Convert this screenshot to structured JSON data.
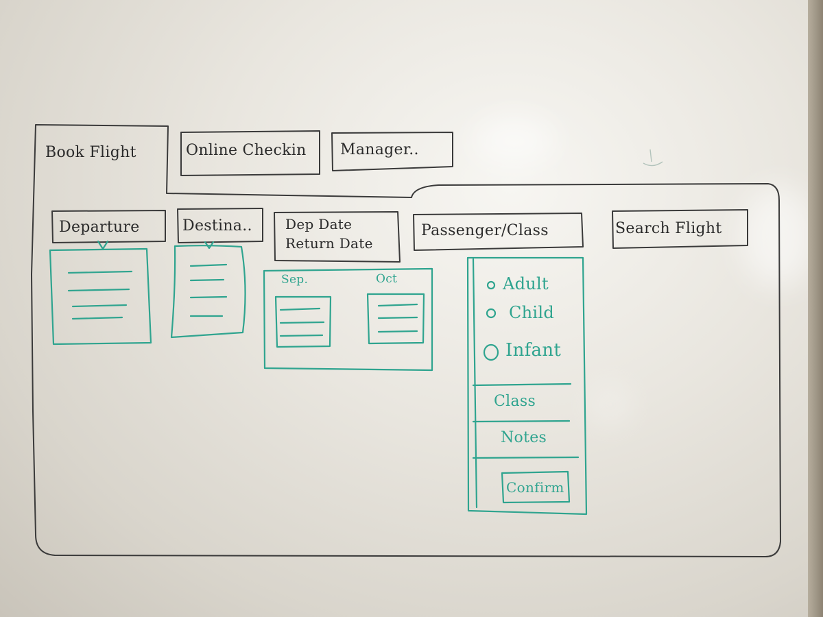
{
  "tabs": [
    {
      "label": "Book Flight"
    },
    {
      "label": "Online Checkin"
    },
    {
      "label": "Manager.."
    }
  ],
  "fields": {
    "departure": "Departure",
    "destination": "Destina..",
    "dep_date": "Dep Date",
    "return_date": "Return Date",
    "passenger_class": "Passenger/Class",
    "search": "Search Flight"
  },
  "calendar": {
    "month_1": "Sep.",
    "month_2": "Oct"
  },
  "passengers": {
    "adult": "Adult",
    "child": "Child",
    "infant": "Infant",
    "class": "Class",
    "notes": "Notes",
    "confirm": "Confirm"
  },
  "colors": {
    "ink_black": "#2b2b2b",
    "ink_green": "#2fa48f"
  }
}
